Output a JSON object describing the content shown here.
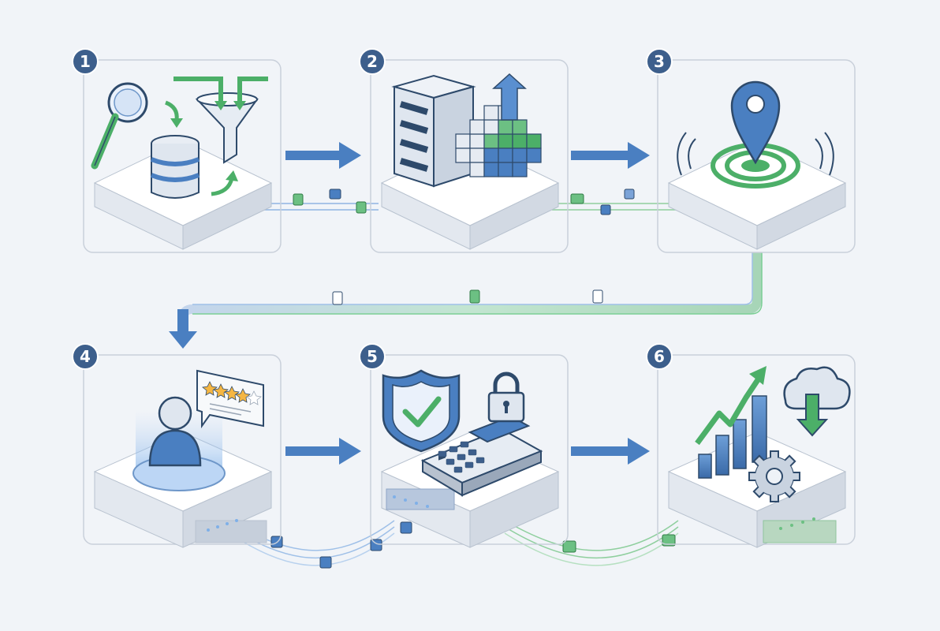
{
  "colors": {
    "background": "#f1f4f8",
    "panel_border": "#c9d0da",
    "primary_blue": "#4a7fc1",
    "dark_navy": "#2e4a6b",
    "accent_green": "#4caf68",
    "badge_fill": "#3d5f8c",
    "platform_top": "#ffffff",
    "platform_side": "#d9dee6"
  },
  "steps": [
    {
      "number": "1",
      "icon": "data-collection-icon"
    },
    {
      "number": "2",
      "icon": "server-storage-icon"
    },
    {
      "number": "3",
      "icon": "location-pin-icon"
    },
    {
      "number": "4",
      "icon": "user-review-icon"
    },
    {
      "number": "5",
      "icon": "secure-payment-terminal-icon"
    },
    {
      "number": "6",
      "icon": "analytics-growth-icon"
    }
  ]
}
